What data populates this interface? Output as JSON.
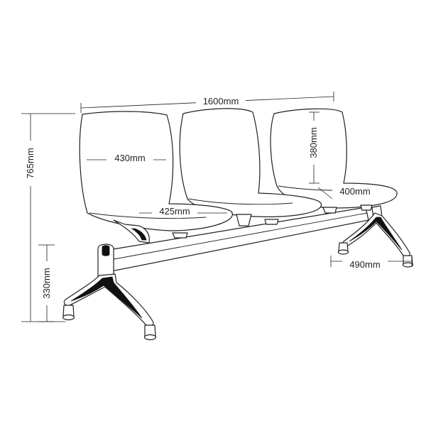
{
  "dimensions": {
    "overall_width": "1600mm",
    "overall_height": "765mm",
    "seat_height": "330mm",
    "back_width": "430mm",
    "seat_width": "425mm",
    "back_height": "380mm",
    "seat_depth": "400mm",
    "leg_depth": "490mm"
  },
  "colors": {
    "line": "#231f20",
    "leg_fill": "#111111",
    "background": "#ffffff"
  }
}
